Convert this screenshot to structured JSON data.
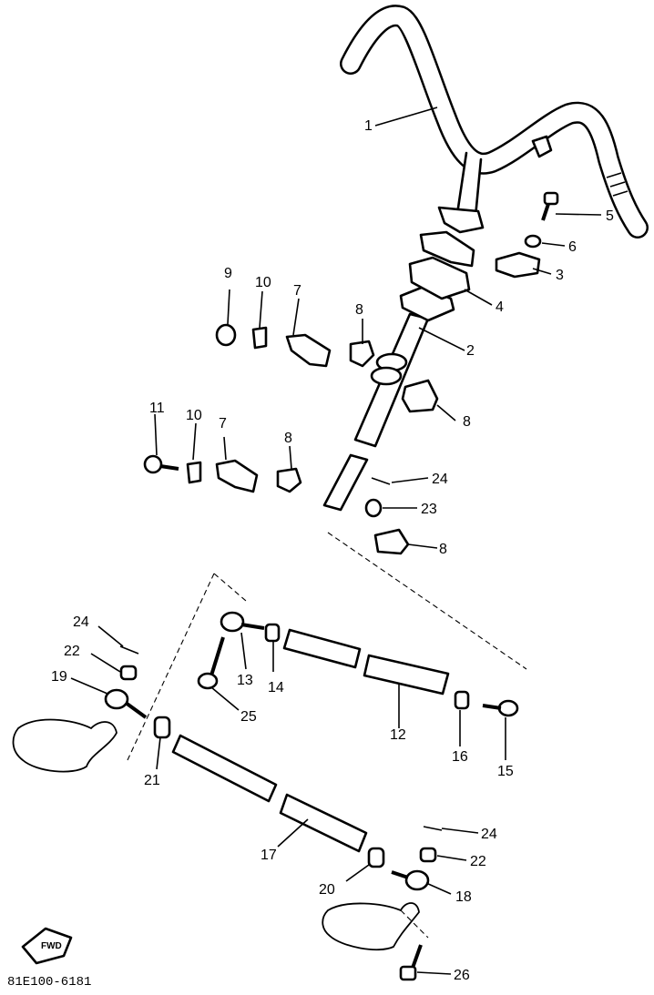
{
  "diagram_code": "81E100-6181",
  "fwd_label": "FWD",
  "callouts": {
    "c1": "1",
    "c2": "2",
    "c3": "3",
    "c4": "4",
    "c5": "5",
    "c6": "6",
    "c7a": "7",
    "c7b": "7",
    "c8a": "8",
    "c8b": "8",
    "c8c": "8",
    "c8d": "8",
    "c9": "9",
    "c10a": "10",
    "c10b": "10",
    "c11": "11",
    "c12": "12",
    "c13": "13",
    "c14": "14",
    "c15": "15",
    "c16": "16",
    "c17": "17",
    "c18": "18",
    "c19": "19",
    "c20": "20",
    "c21": "21",
    "c22a": "22",
    "c22b": "22",
    "c23": "23",
    "c24a": "24",
    "c24b": "24",
    "c24c": "24",
    "c25": "25",
    "c26": "26"
  }
}
